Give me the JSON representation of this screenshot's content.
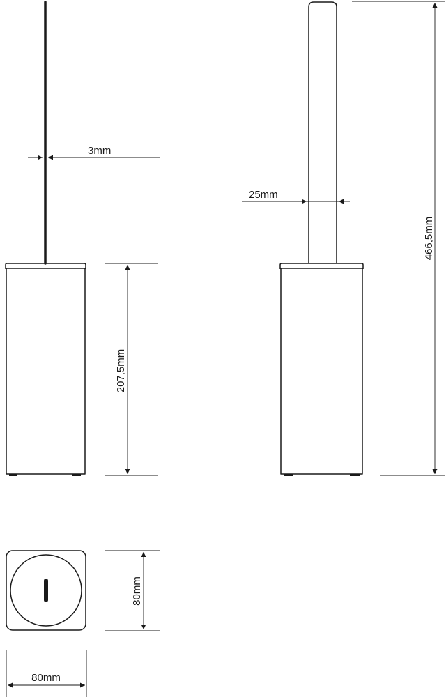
{
  "diagram": {
    "title": "",
    "views": [
      {
        "id": "side-view-brush-rod"
      },
      {
        "id": "front-view-brush-handle"
      },
      {
        "id": "top-view-base"
      }
    ],
    "dimensions": {
      "rod_diameter": "3mm",
      "handle_width": "25mm",
      "total_height": "466,5mm",
      "holder_height": "207,5mm",
      "base_depth": "80mm",
      "base_width": "80mm"
    }
  },
  "colors": {
    "line": "#1a1a1a",
    "background": "#ffffff"
  }
}
